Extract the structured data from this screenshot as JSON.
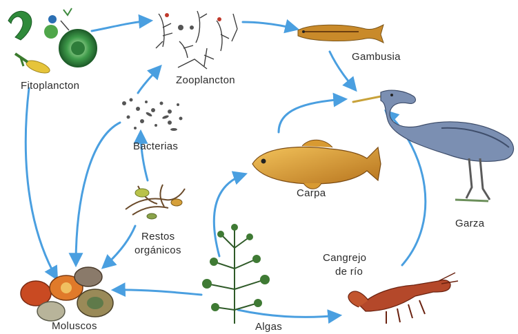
{
  "nodes": {
    "fitoplancton": "Fitoplancton",
    "zooplancton": "Zooplancton",
    "gambusia": "Gambusia",
    "bacterias": "Bacterias",
    "carpa": "Carpa",
    "garza": "Garza",
    "restos_1": "Restos",
    "restos_2": "orgánicos",
    "cangrejo_1": "Cangrejo",
    "cangrejo_2": "de río",
    "moluscos": "Moluscos",
    "algas": "Algas"
  },
  "colors": {
    "arrow": "#4a9fe0",
    "fish": "#c98a2a",
    "heron": "#6f84a6",
    "crayfish": "#b4482a",
    "plant": "#6b8f5a",
    "algae_green": "#2f8a3a"
  }
}
